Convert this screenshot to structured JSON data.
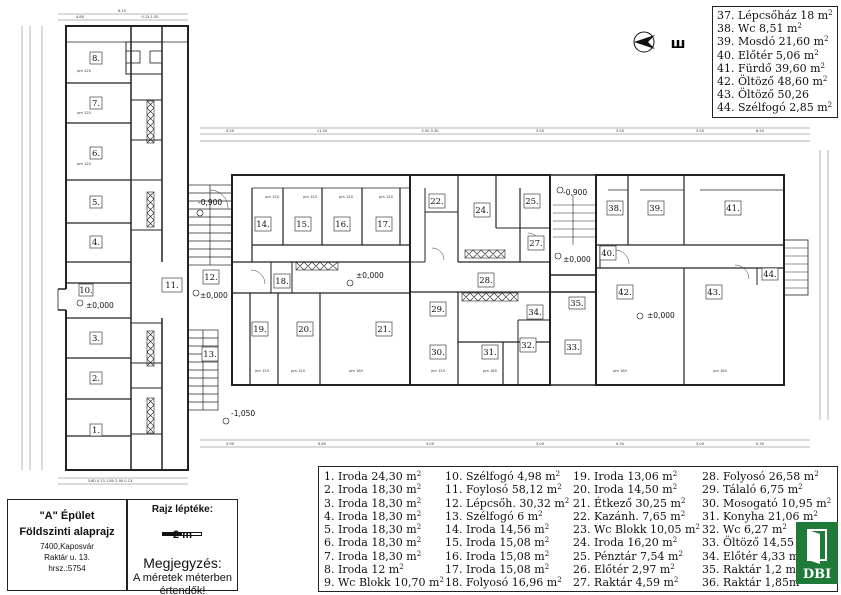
{
  "levels": [
    "-0,900",
    "±0,000",
    "±0,000",
    "±0,000",
    "±0,000",
    "-0,900",
    "±0,000",
    "-1,050"
  ],
  "rooms": [
    "8.",
    "7.",
    "6.",
    "5.",
    "4.",
    "10.",
    "3.",
    "2.",
    "1.",
    "11.",
    "12.",
    "13.",
    "14.",
    "15.",
    "16.",
    "17.",
    "18.",
    "19.",
    "20.",
    "21.",
    "22.",
    "24.",
    "25.",
    "27.",
    "28.",
    "29.",
    "30.",
    "31.",
    "32.",
    "33.",
    "34.",
    "35.",
    "38.",
    "39.",
    "41.",
    "40.",
    "42.",
    "43.",
    "44."
  ],
  "legend_top": [
    {
      "t": "37. Lépcsőház 18 m",
      "s": "2"
    },
    {
      "t": "38. Wc 8,51 m",
      "s": "2"
    },
    {
      "t": "39. Mosdó 21,60 m",
      "s": "2"
    },
    {
      "t": "40. Előtér 5,06 m",
      "s": "2"
    },
    {
      "t": "41. Fürdő 39,60 m",
      "s": "2"
    },
    {
      "t": "42. Öltöző 48,60 m",
      "s": "2"
    },
    {
      "t": "43. Öltöző 50,26",
      "s": ""
    },
    {
      "t": "44. Szélfogó 2,85 m",
      "s": "2"
    }
  ],
  "legend_bottom": [
    {
      "t": "1. Iroda 24,30 m",
      "s": "2"
    },
    {
      "t": "2. Iroda 18,30 m",
      "s": "2"
    },
    {
      "t": "3. Iroda 18,30 m",
      "s": "2"
    },
    {
      "t": "4. Iroda 18,30 m",
      "s": "2"
    },
    {
      "t": "5. Iroda 18,30 m",
      "s": "2"
    },
    {
      "t": "6. Iroda 18,30 m",
      "s": "2"
    },
    {
      "t": "7. Iroda 18,30 m",
      "s": "2"
    },
    {
      "t": "8. Iroda 12 m",
      "s": "2"
    },
    {
      "t": "9. Wc Blokk 10,70 m",
      "s": "2"
    },
    {
      "t": "10. Szélfogó 4,98 m",
      "s": "2"
    },
    {
      "t": "11. Foylosó 58,12 m",
      "s": "2"
    },
    {
      "t": "12. Lépcsőh. 30,32 m",
      "s": "2"
    },
    {
      "t": "13. Szélfogó 6 m",
      "s": "2"
    },
    {
      "t": "14. Iroda 14,56 m",
      "s": "2"
    },
    {
      "t": "15. Iroda 15,08 m",
      "s": "2"
    },
    {
      "t": "16. Iroda 15,08 m",
      "s": "2"
    },
    {
      "t": "17. Iroda 15,08 m",
      "s": "2"
    },
    {
      "t": "18. Folyosó 16,96 m",
      "s": "2"
    },
    {
      "t": "19. Iroda 13,06 m",
      "s": "2"
    },
    {
      "t": "20. Iroda 14,50 m",
      "s": "2"
    },
    {
      "t": "21. Étkező 30,25 m",
      "s": "2"
    },
    {
      "t": "22. Kazánh. 7,65 m",
      "s": "2"
    },
    {
      "t": "23. Wc Blokk 10,05 m",
      "s": "2"
    },
    {
      "t": "24. Iroda 16,20 m",
      "s": "2"
    },
    {
      "t": "25. Pénztár 7,54 m",
      "s": "2"
    },
    {
      "t": "26. Előtér 2,97 m",
      "s": "2"
    },
    {
      "t": "27. Raktár 4,59 m",
      "s": "2"
    },
    {
      "t": "28. Folyosó 26,58 m",
      "s": "2"
    },
    {
      "t": "29. Tálaló 6,75 m",
      "s": "2"
    },
    {
      "t": "30. Mosogató 10,95 m",
      "s": "2"
    },
    {
      "t": "31. Konyha 21,06 m",
      "s": "2"
    },
    {
      "t": "32. Wc 6,27 m",
      "s": "2"
    },
    {
      "t": "33. Öltöző 14,55",
      "s": ""
    },
    {
      "t": "34. Előtér 4,33 m",
      "s": ""
    },
    {
      "t": "35. Raktár 1,2 m",
      "s": ""
    },
    {
      "t": "36. Raktár 1,85m",
      "s": ""
    }
  ],
  "title_block": {
    "building": "\"A\" Épület",
    "drawing": "Földszinti alaprajz",
    "address1": "7400,Kaposvár",
    "address2": "Raktár u. 13.",
    "parcel": "hrsz.:5754"
  },
  "scale_block": {
    "title": "Rajz léptéke:",
    "value": "2 m",
    "note_title": "Megjegyzés:",
    "note_line1": "A méretek méterben",
    "note_line2": "értendők!"
  },
  "logo": {
    "text": "DBI"
  }
}
